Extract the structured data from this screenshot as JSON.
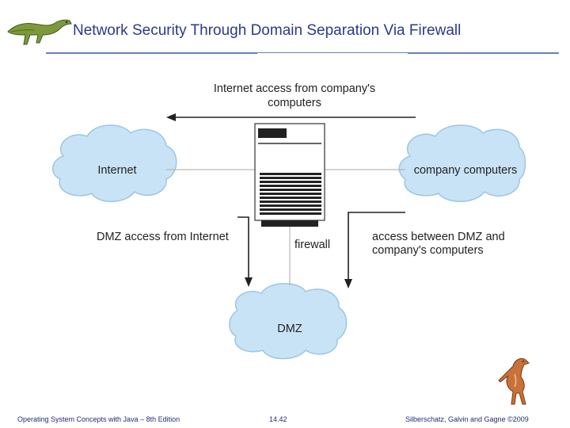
{
  "slide": {
    "title": "Network Security Through Domain Separation Via Firewall"
  },
  "diagram": {
    "top_label_line1": "Internet access from company's",
    "top_label_line2": "computers",
    "internet_label": "Internet",
    "company_label": "company computers",
    "dmz_access_label": "DMZ access from Internet",
    "firewall_label": "firewall",
    "between_label_line1": "access between DMZ and",
    "between_label_line2": "company's computers",
    "dmz_label": "DMZ",
    "cloud_color": "#c9e3f6",
    "cloud_edge": "#9cc6e4"
  },
  "footer": {
    "left": "Operating System Concepts  with Java – 8th Edition",
    "center": "14.42",
    "right": "Silberschatz, Galvin and Gagne ©2009"
  },
  "colors": {
    "title": "#2a3a8c",
    "footer": "#1f2f7a"
  }
}
